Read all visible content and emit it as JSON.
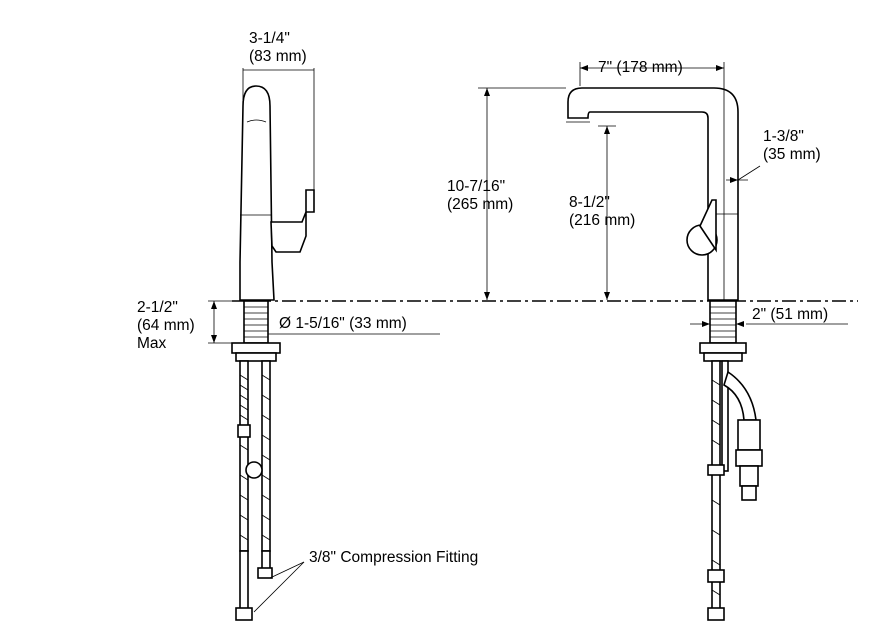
{
  "labels": {
    "spout_width_in": "3-1/4\"",
    "spout_width_mm": "(83 mm)",
    "reach_dim": "7\" (178 mm)",
    "total_height_in": "10-7/16\"",
    "total_height_mm": "(265 mm)",
    "spout_height_in": "8-1/2\"",
    "spout_height_mm": "(216 mm)",
    "base_dia_in": "1-3/8\"",
    "base_dia_mm": "(35 mm)",
    "deck_thickness_in": "2-1/2\"",
    "deck_thickness_mm": "(64 mm)",
    "deck_thickness_max": "Max",
    "hole_diameter": "Ø 1-5/16\" (33 mm)",
    "shank_dim": "2\" (51 mm)",
    "fitting_label": "3/8\" Compression Fitting"
  }
}
